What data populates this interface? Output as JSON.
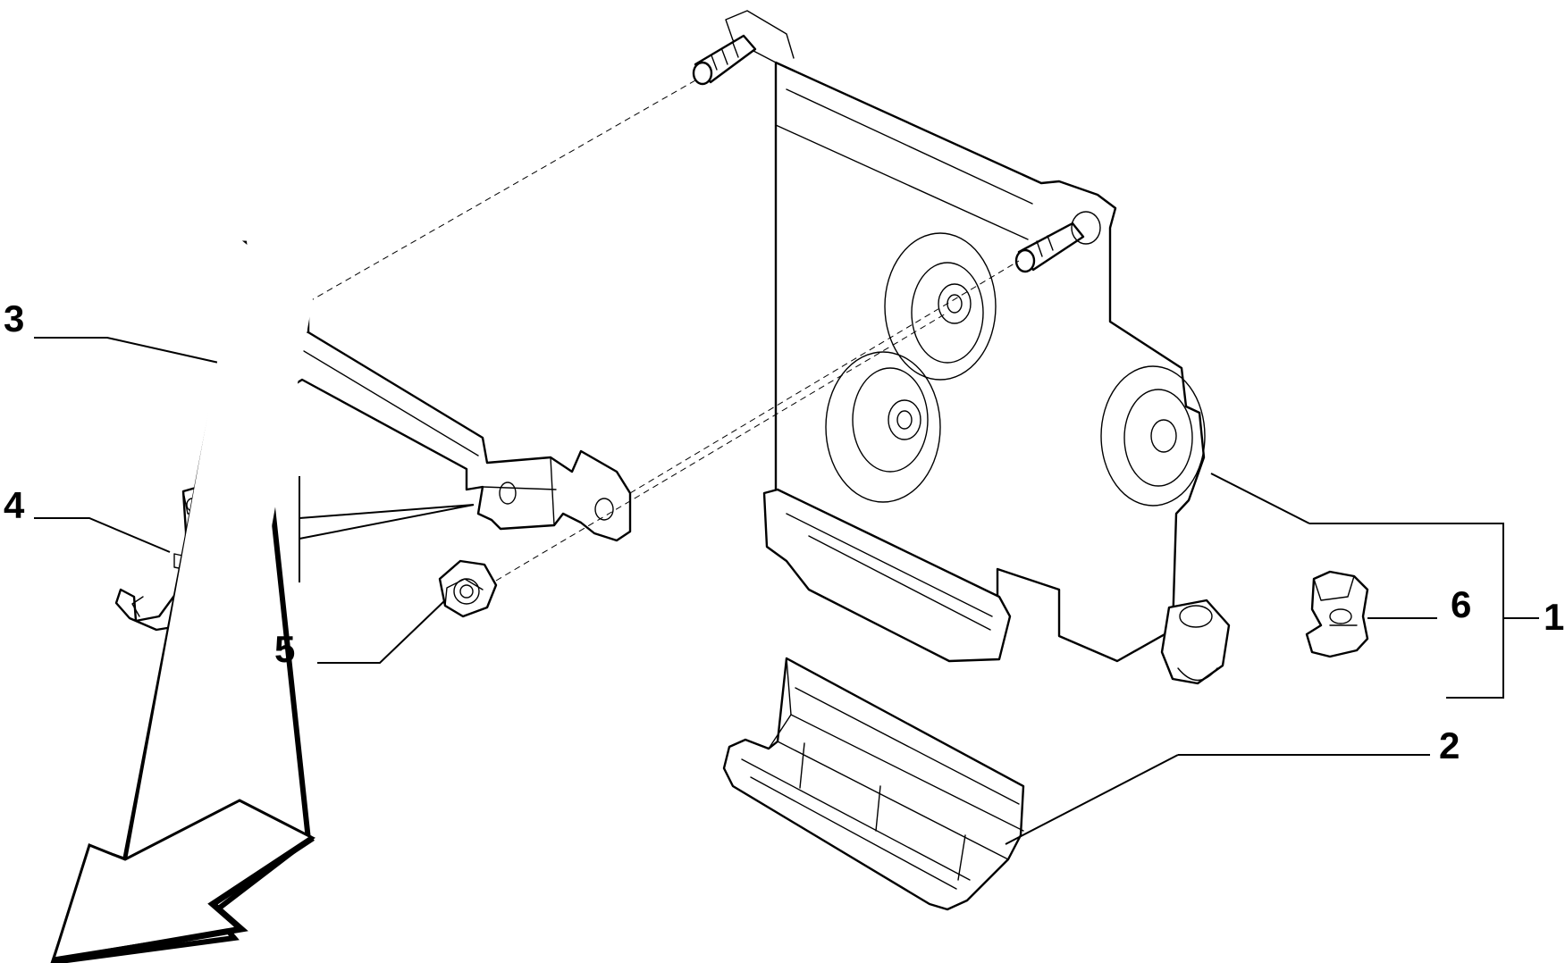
{
  "callouts": {
    "c1": "1",
    "c2": "2",
    "c3": "3",
    "c4": "4",
    "c5": "5",
    "c6": "6"
  },
  "icons": {
    "direction_arrow": "arrow-down-left-icon"
  },
  "colors": {
    "line": "#000000",
    "background": "#ffffff"
  }
}
